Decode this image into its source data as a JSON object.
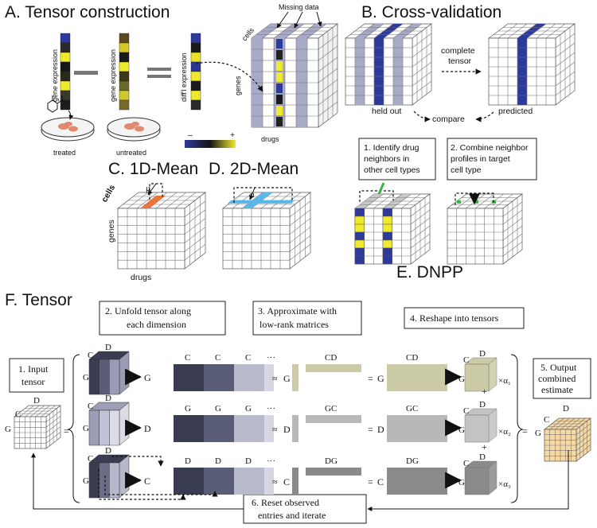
{
  "panels": {
    "a": {
      "title": "A. Tensor construction",
      "gene_expression": "gene expression",
      "diff_expression": "diff'l expression",
      "treated": "treated",
      "untreated": "untreated",
      "missing": "Missing data",
      "cells": "cells",
      "genes": "genes",
      "drugs": "drugs",
      "minus": "–",
      "plus": "+"
    },
    "b": {
      "title": "B. Cross-validation",
      "complete1": "complete",
      "complete2": "tensor",
      "held_out": "held out",
      "predicted": "predicted",
      "compare": "compare"
    },
    "c": {
      "title": "C. 1D-Mean",
      "cells": "cells",
      "genes": "genes",
      "drugs": "drugs",
      "mu": "μ"
    },
    "d": {
      "title": "D. 2D-Mean",
      "mu": "μ"
    },
    "e": {
      "title": "E. DNPP",
      "step1": [
        "1. Identify drug",
        "neighbors in",
        "other cell types"
      ],
      "step2": [
        "2. Combine neighbor",
        "profiles in target",
        "cell type"
      ]
    },
    "f": {
      "title": "F. Tensor",
      "input": [
        "1. Input",
        "tensor"
      ],
      "unfold": [
        "2. Unfold tensor along",
        "each dimension"
      ],
      "approx": [
        "3. Approximate with",
        "low-rank matrices"
      ],
      "reshape": "4. Reshape into tensors",
      "output": [
        "5. Output",
        "combined",
        "estimate"
      ],
      "reset": [
        "6. Reset observed",
        "entries and iterate"
      ],
      "C": "C",
      "D": "D",
      "G": "G",
      "dots": "···",
      "approx_sym": "≈",
      "eq": "=",
      "plus": "+",
      "rows": [
        {
          "out": "G",
          "left": "G",
          "unf": [
            "C",
            "C",
            "C"
          ],
          "mat": "CD",
          "w": "×α₁"
        },
        {
          "out": "D",
          "left": "D",
          "unf": [
            "G",
            "G",
            "G"
          ],
          "mat": "GC",
          "w": "×α₂"
        },
        {
          "out": "C",
          "left": "C",
          "unf": [
            "D",
            "D",
            "D"
          ],
          "mat": "DG",
          "w": "×α₃"
        }
      ]
    }
  },
  "colors": {
    "navy": "#2d3a9c",
    "yellow": "#f0ea2e",
    "lavender": "#a8abc8",
    "orange": "#e8743f",
    "cyan": "#5ab8e8",
    "green": "#3ab44a",
    "khaki": "#cbcca6",
    "peach": "#f5d8a2"
  }
}
